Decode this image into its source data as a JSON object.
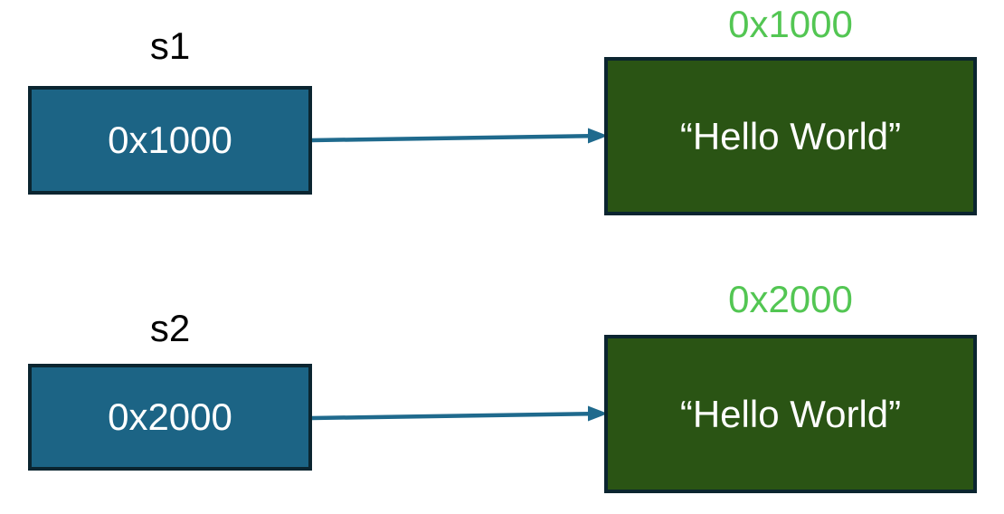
{
  "diagram": {
    "title": "pointer-string-memory-diagram",
    "colors": {
      "pointer_box_fill": "#1C6485",
      "string_box_fill": "#2A5414",
      "box_border": "#0B2530",
      "box_text": "#FFFFFF",
      "address_label": "#53C653",
      "variable_label": "#000000",
      "arrow": "#1F6A8D",
      "background": "#FFFFFF"
    },
    "rows": [
      {
        "var_name": "s1",
        "pointer_value": "0x1000",
        "address_label": "0x1000",
        "string_value": "“Hello World”"
      },
      {
        "var_name": "s2",
        "pointer_value": "0x2000",
        "address_label": "0x2000",
        "string_value": "“Hello World”"
      }
    ]
  }
}
